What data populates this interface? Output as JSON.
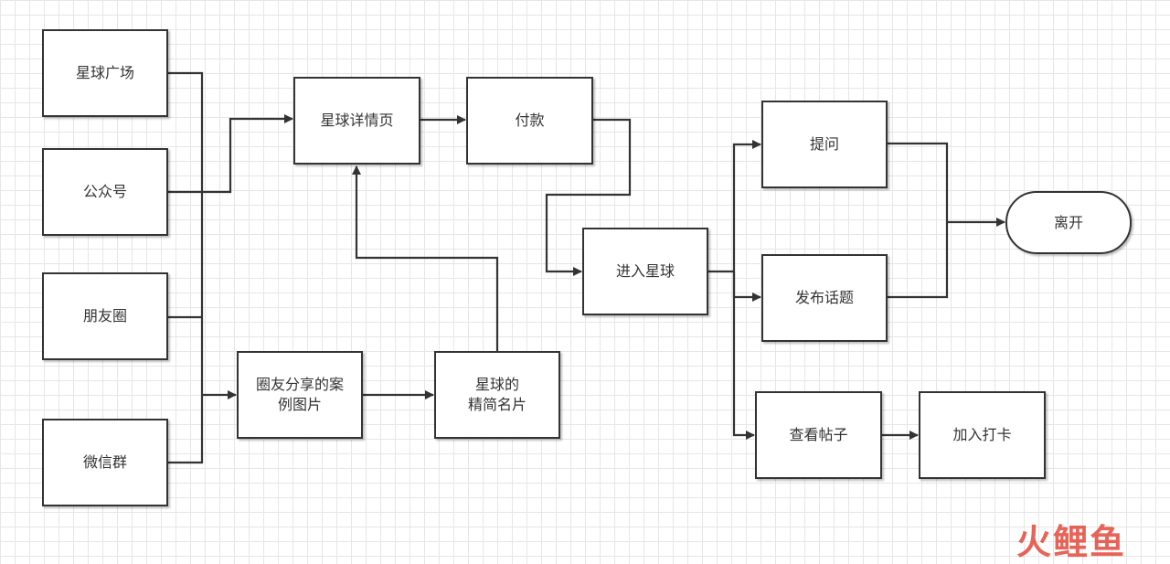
{
  "nodes": {
    "star_plaza": "星球广场",
    "official_account": "公众号",
    "moments": "朋友圈",
    "wechat_group": "微信群",
    "planet_detail": "星球详情页",
    "payment": "付款",
    "shared_case_image": "圈友分享的案\n例图片",
    "planet_card": "星球的\n精简名片",
    "enter_planet": "进入星球",
    "ask_question": "提问",
    "post_topic": "发布话题",
    "view_posts": "查看帖子",
    "join_checkin": "加入打卡",
    "leave": "离开"
  },
  "watermark": "火鲤鱼",
  "colors": {
    "stroke": "#333333",
    "grid": "#e6e6e6",
    "watermark": "#e34a3b"
  }
}
